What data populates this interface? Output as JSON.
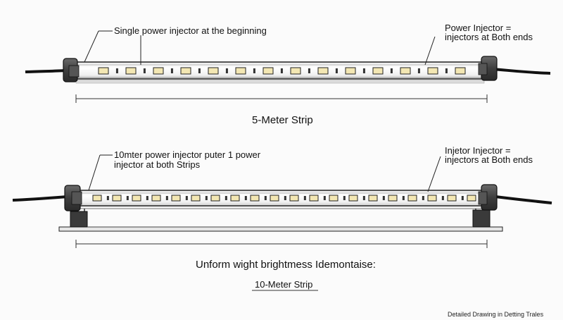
{
  "strip_5m": {
    "label_left": "Single power injector at the beginning",
    "label_right_1": "Power Injector =",
    "label_right_2": "injectors at Both ends",
    "title": "5-Meter Strip"
  },
  "strip_10m": {
    "label_left_1": "10mter power injector  puter 1 power",
    "label_left_2": "injector at both Strips",
    "label_right_1": "Injetor Injector =",
    "label_right_2": "injectors at Both ends",
    "caption": "Unform wight brightmess Idemontaise:",
    "title": "10-Meter Strip"
  },
  "footer": "Detailed Drawing in Detting Trales",
  "colors": {
    "led_fill": "#f3e7b3",
    "line": "#1a1a1a",
    "cap": "#4a4a4a",
    "background": "#fbfbfb"
  }
}
